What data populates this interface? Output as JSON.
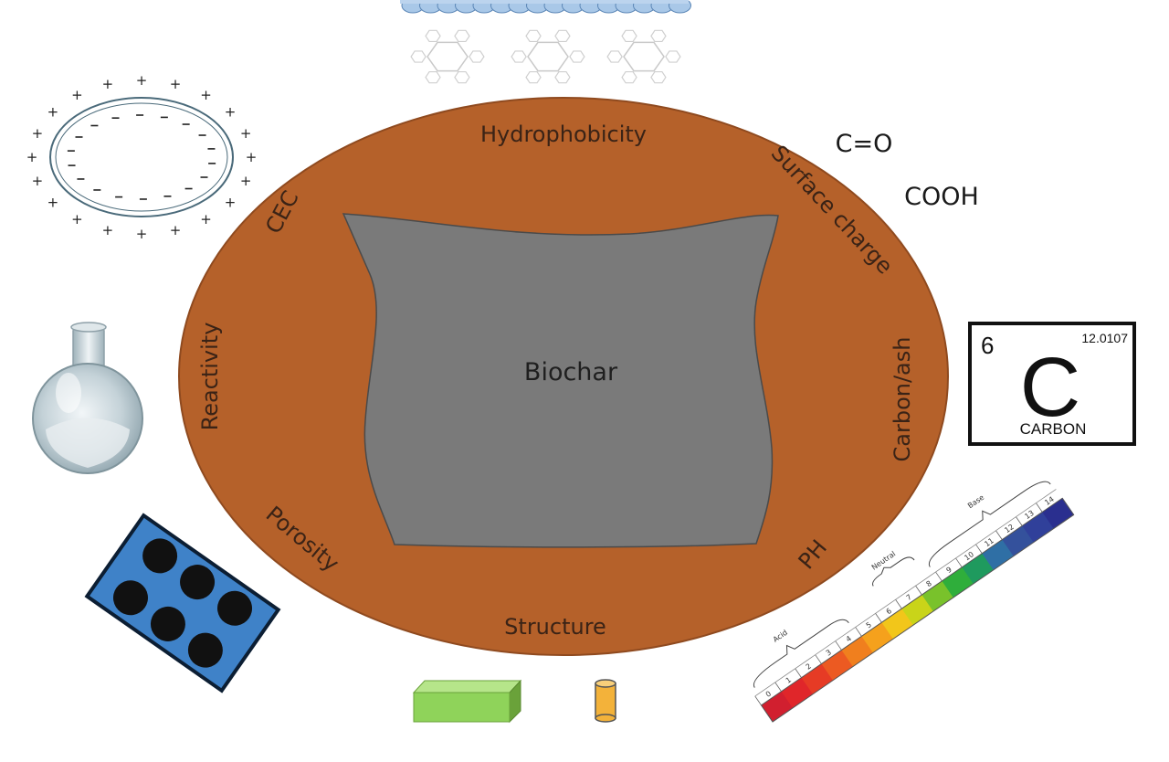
{
  "center_label": "Biochar",
  "ring_labels": {
    "top": "Hydrophobicity",
    "top_right": "Surface charge",
    "right": "Carbon/ash",
    "bottom_right": "PH",
    "bottom": "Structure",
    "bottom_left": "Porosity",
    "left": "Reactivity",
    "top_left": "CEC"
  },
  "functional_groups": [
    "C=O",
    "COOH"
  ],
  "element_tile": {
    "atomic_number": "6",
    "atomic_mass": "12.0107",
    "symbol": "C",
    "name": "CARBON"
  },
  "ph_scale": {
    "numbers": [
      "0",
      "1",
      "2",
      "3",
      "4",
      "5",
      "6",
      "7",
      "8",
      "9",
      "10",
      "11",
      "12",
      "13",
      "14"
    ],
    "categories": [
      "Acid",
      "Neutral",
      "Base"
    ],
    "colors": [
      "#d11f2f",
      "#e0262a",
      "#e63b25",
      "#ec5a22",
      "#f07f1e",
      "#f5a11c",
      "#f2c61a",
      "#c9d419",
      "#79c22b",
      "#2fae3b",
      "#1f9a5e",
      "#2f6fa5",
      "#34519c",
      "#30409a",
      "#2a2f8f"
    ]
  },
  "colors": {
    "ring": "#b5612a",
    "ring_stroke": "#8f4a1f",
    "center": "#7a7a7a",
    "tray": "#3f82c8",
    "green_block": "#8fd35a",
    "cylinder": "#f3b23a"
  },
  "icons": [
    "charged-particle-icon",
    "flask-icon",
    "perforated-tray-icon",
    "molecule-structures-icon",
    "nanotube-icon",
    "green-block-icon",
    "cylinder-icon"
  ]
}
